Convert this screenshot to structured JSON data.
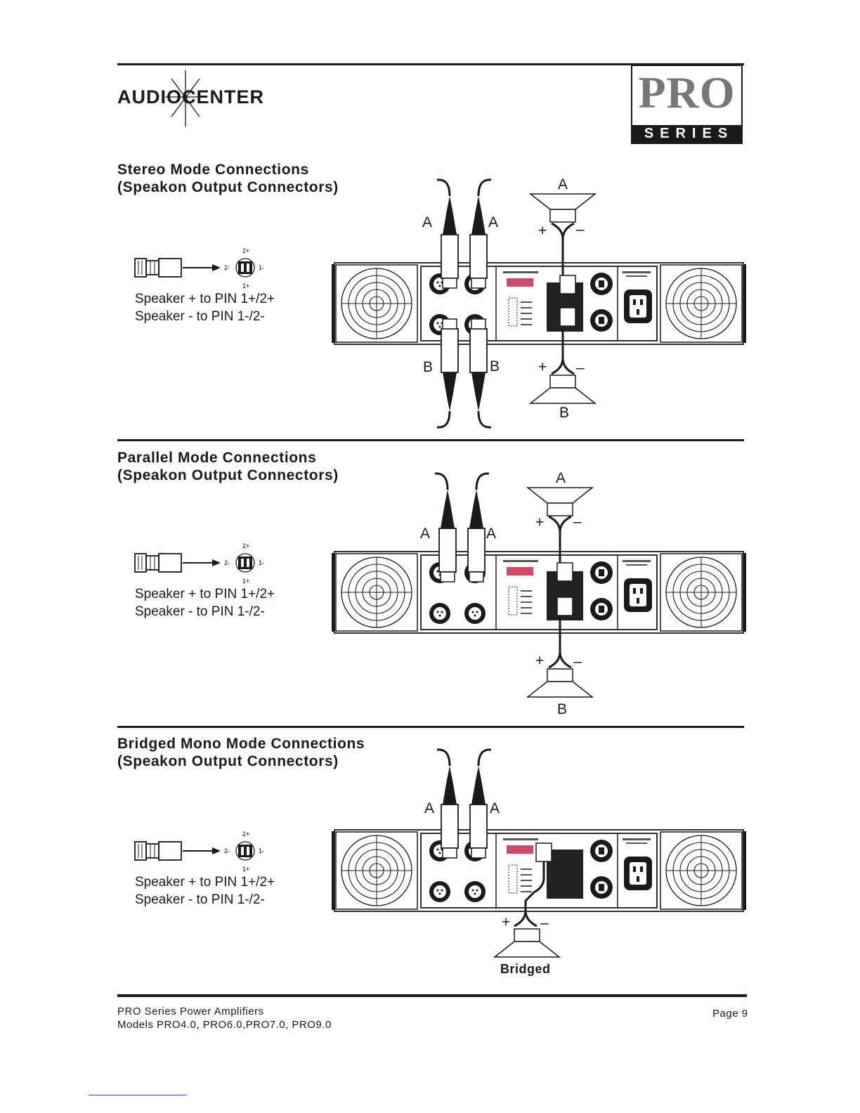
{
  "brand": {
    "logo_text": "AUDIOCENTER",
    "pro": "PRO",
    "series": "SERIES"
  },
  "sections": [
    {
      "heading_line1": "Stereo Mode Connections",
      "heading_line2": "(Speakon Output Connectors)",
      "pin_line1": "Speaker + to PIN 1+/2+",
      "pin_line2": "Speaker - to PIN 1-/2-"
    },
    {
      "heading_line1": "Parallel Mode Connections",
      "heading_line2": "(Speakon Output Connectors)",
      "pin_line1": "Speaker + to PIN 1+/2+",
      "pin_line2": "Speaker - to PIN 1-/2-"
    },
    {
      "heading_line1": "Bridged Mono Mode Connections",
      "heading_line2": "(Speakon Output Connectors)",
      "pin_line1": "Speaker + to PIN 1+/2+",
      "pin_line2": "Speaker - to PIN 1-/2-"
    }
  ],
  "diagram_labels": {
    "a": "A",
    "b": "B",
    "plus": "+",
    "minus": "–",
    "pin_2p": "2+",
    "pin_2m": "2-",
    "pin_1m": "1-",
    "pin_1p": "1+",
    "bridged": "Bridged"
  },
  "footer": {
    "line1": "PRO Series Power Amplifiers",
    "line2": "Models PRO4.0, PRO6.0,PRO7.0,  PRO9.0",
    "page": "Page 9"
  }
}
